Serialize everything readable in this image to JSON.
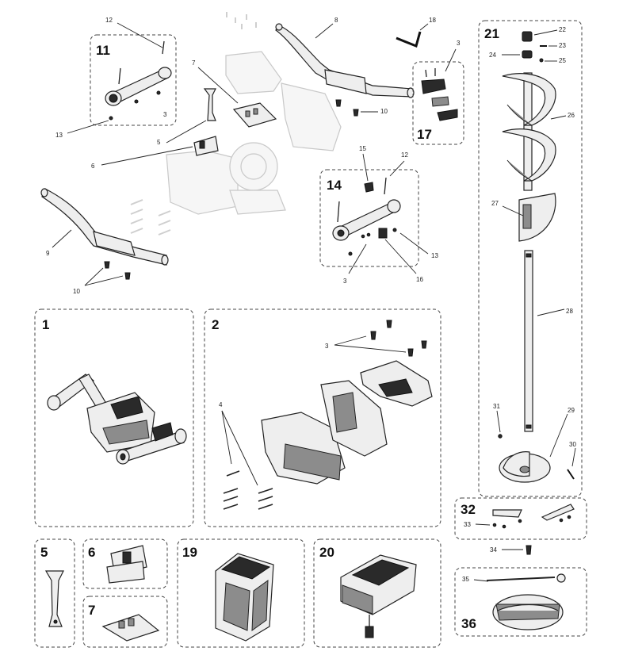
{
  "labels": {
    "n12a": "12",
    "n11": "11",
    "n7": "7",
    "n3a": "3",
    "n13a": "13",
    "n5a": "5",
    "n6": "6",
    "n8": "8",
    "n10a": "10",
    "n18": "18",
    "n3b": "3",
    "n17": "17",
    "n15": "15",
    "n12b": "12",
    "n14": "14",
    "n13b": "13",
    "n16": "16",
    "n3c": "3",
    "n9": "9",
    "n10b": "10",
    "n1": "1",
    "n2": "2",
    "n3d": "3",
    "n4": "4",
    "n21": "21",
    "n22": "22",
    "n23": "23",
    "n24": "24",
    "n25": "25",
    "n26": "26",
    "n27": "27",
    "n28": "28",
    "n31": "31",
    "n29": "29",
    "n30": "30",
    "n32": "32",
    "n33": "33",
    "n34": "34",
    "n35": "35",
    "n36": "36",
    "k5": "5",
    "k6": "6",
    "k7": "7",
    "k19": "19",
    "k20": "20"
  }
}
